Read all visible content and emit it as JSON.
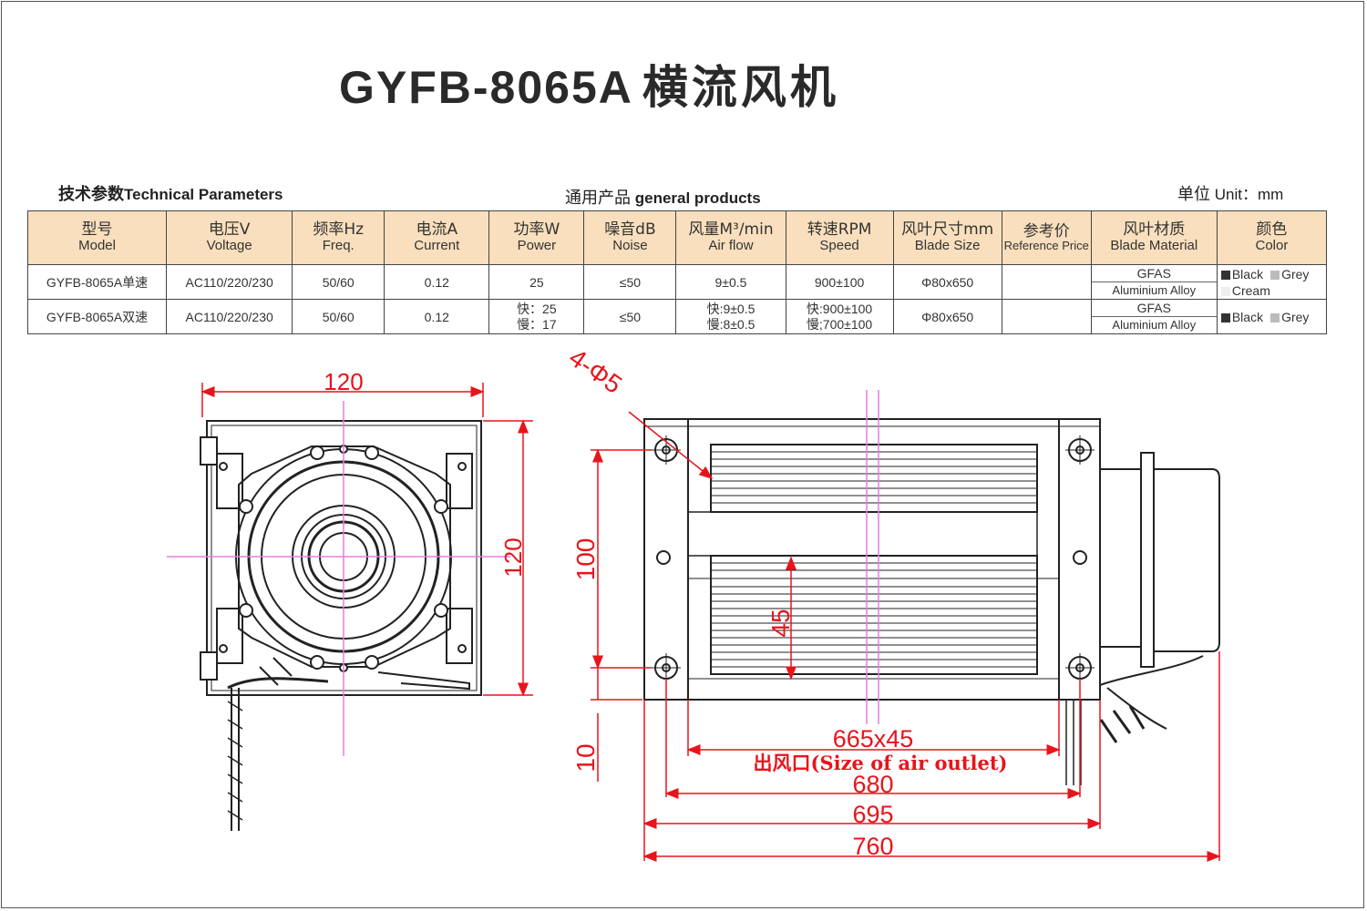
{
  "title": {
    "model": "GYFB-8065A",
    "cn": "横流风机"
  },
  "subheads": {
    "tech_cn": "技术参数",
    "tech_en": "Technical Parameters",
    "general_cn": "通用产品",
    "general_en": "general products",
    "unit_cn": "单位",
    "unit_en": "Unit：mm"
  },
  "table": {
    "headers": [
      {
        "cn": "型号",
        "en": "Model"
      },
      {
        "cn": "电压V",
        "en": "Voltage"
      },
      {
        "cn": "频率Hz",
        "en": "Freq."
      },
      {
        "cn": "电流A",
        "en": "Current"
      },
      {
        "cn": "功率W",
        "en": "Power"
      },
      {
        "cn": "噪音dB",
        "en": "Noise"
      },
      {
        "cn": "风量M³/min",
        "en": "Air flow"
      },
      {
        "cn": "转速RPM",
        "en": "Speed"
      },
      {
        "cn": "风叶尺寸mm",
        "en": "Blade Size"
      },
      {
        "cn": "参考价",
        "en": "Reference Price"
      },
      {
        "cn": "风叶材质",
        "en": "Blade Material"
      },
      {
        "cn": "颜色",
        "en": "Color"
      }
    ],
    "rows": [
      {
        "model": "GYFB-8065A单速",
        "voltage": "AC110/220/230",
        "freq": "50/60",
        "current": "0.12",
        "power": "25",
        "noise": "≤50",
        "airflow": "9±0.5",
        "speed": "900±100",
        "blade_size": "Φ80x650",
        "price": "",
        "material_a": "GFAS",
        "material_b": "Aluminium Alloy",
        "colors": [
          "Black",
          "Grey",
          "Cream"
        ]
      },
      {
        "model": "GYFB-8065A双速",
        "voltage": "AC110/220/230",
        "freq": "50/60",
        "current": "0.12",
        "power_fast": "快：25",
        "power_slow": "慢：17",
        "noise": "≤50",
        "airflow_fast": "快:9±0.5",
        "airflow_slow": "慢:8±0.5",
        "speed_fast": "快:900±100",
        "speed_slow": "慢;700±100",
        "blade_size": "Φ80x650",
        "price": "",
        "material_a": "GFAS",
        "material_b": "Aluminium Alloy",
        "colors": [
          "Black",
          "Grey"
        ]
      }
    ]
  },
  "drawing": {
    "side_width": "120",
    "side_height": "120",
    "holes": "4-Φ5",
    "dim_100": "100",
    "dim_45": "45",
    "dim_10": "10",
    "outlet_size": "665x45",
    "outlet_label": "出风口(Size of  air outlet)",
    "dim_680": "680",
    "dim_695": "695",
    "dim_760": "760"
  },
  "colors": {
    "dimension": "#e8141b",
    "centerline": "#e57be0",
    "header_bg": "#f9dfbd",
    "line": "#222222"
  }
}
